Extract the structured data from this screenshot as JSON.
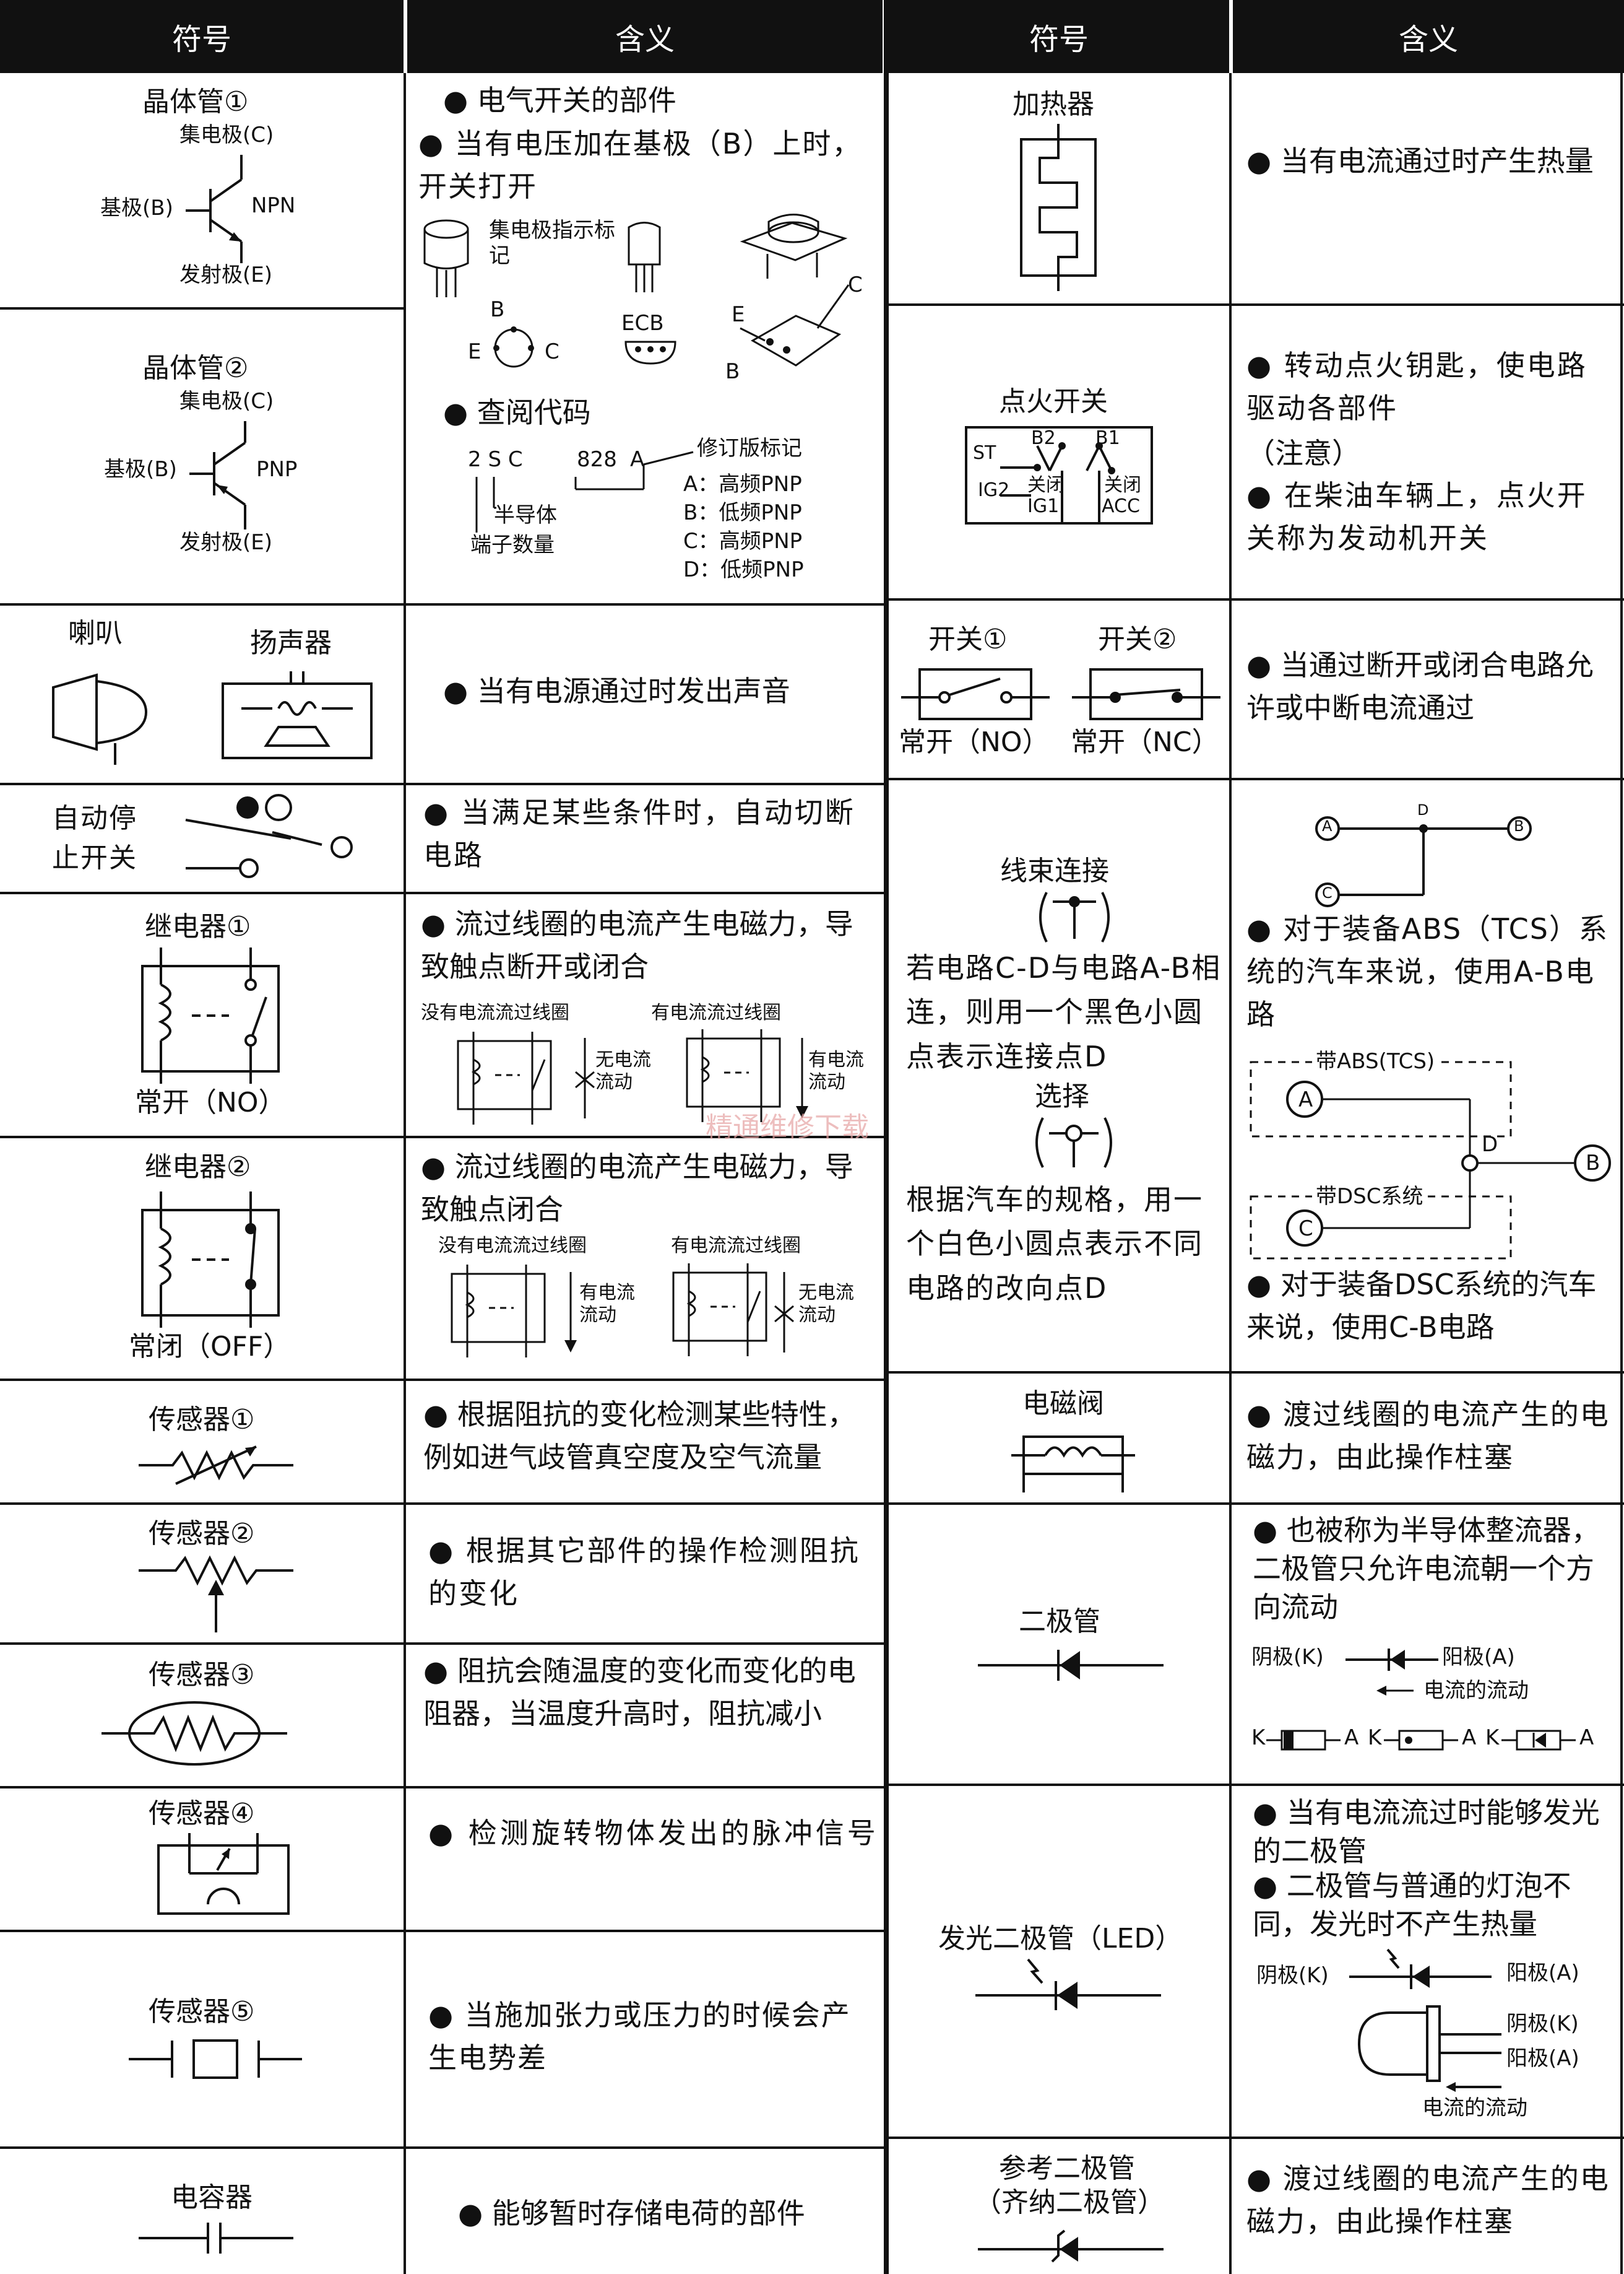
{
  "header": {
    "symbol": "符号",
    "meaning": "含义"
  },
  "transistor": {
    "t1_title": "晶体管①",
    "t2_title": "晶体管②",
    "collector": "集电极(C)",
    "base": "基极(B)",
    "emitter": "发射极(E)",
    "npn": "NPN",
    "pnp": "PNP",
    "desc1": "● 电气开关的部件",
    "desc2": "● 当有电压加在基极（B）上时，开关打开",
    "collector_mark": "集电极指示标记",
    "pin_b": "B",
    "pin_e": "E",
    "pin_c": "C",
    "ecb": "ECB",
    "lookup": "● 查阅代码",
    "code_2sc": "2 S C",
    "code_num": "828",
    "code_a": "A",
    "revision": "修订版标记",
    "rev_a": "A：高频PNP",
    "rev_b": "B：低频PNP",
    "rev_c": "C：高频PNP",
    "rev_d": "D：低频PNP",
    "semiconductor": "半导体",
    "terminal_count": "端子数量"
  },
  "horn": {
    "horn": "喇叭",
    "speaker": "扬声器",
    "desc": "● 当有电源通过时发出声音"
  },
  "auto_stop": {
    "title": "自动停止开关",
    "desc": "● 当满足某些条件时，自动切断电路"
  },
  "relay1": {
    "title": "继电器①",
    "state": "常开（NO）",
    "desc": "● 流过线圈的电流产生电磁力，导致触点断开或闭合",
    "no_current": "没有电流流过线圈",
    "with_current": "有电流流过线圈",
    "no_flow": "无电流流动",
    "has_flow": "有电流流动"
  },
  "relay2": {
    "title": "继电器②",
    "state": "常闭（OFF）",
    "desc": "● 流过线圈的电流产生电磁力，导致触点闭合",
    "no_current": "没有电流流过线圈",
    "with_current": "有电流流过线圈",
    "has_flow": "有电流流动",
    "no_flow": "无电流流动"
  },
  "sensors": [
    {
      "title": "传感器①",
      "desc": "● 根据阻抗的变化检测某些特性，例如进气歧管真空度及空气流量"
    },
    {
      "title": "传感器②",
      "desc": "● 根据其它部件的操作检测阻抗的变化"
    },
    {
      "title": "传感器③",
      "desc": "● 阻抗会随温度的变化而变化的电阻器，当温度升高时，阻抗减小"
    },
    {
      "title": "传感器④",
      "desc": "● 检测旋转物体发出的脉冲信号"
    },
    {
      "title": "传感器⑤",
      "desc": "● 当施加张力或压力的时候会产生电势差"
    }
  ],
  "capacitor": {
    "title": "电容器",
    "desc": "● 能够暂时存储电荷的部件"
  },
  "heater": {
    "title": "加热器",
    "desc": "● 当有电流通过时产生热量"
  },
  "ignition": {
    "title": "点火开关",
    "desc1": "● 转动点火钥匙，使电路驱动各部件",
    "note": "（注意）",
    "desc2": "● 在柴油车辆上，点火开关称为发动机开关",
    "st": "ST",
    "b2": "B2",
    "b1": "B1",
    "ig2": "IG2",
    "ig1": "IG1",
    "acc": "ACC",
    "off1": "关闭",
    "off2": "关闭"
  },
  "switch": {
    "s1": "开关①",
    "s2": "开关②",
    "no": "常开（NO）",
    "nc": "常开（NC）",
    "desc": "● 当通过断开或闭合电路允许或中断电流通过"
  },
  "harness": {
    "title": "线束连接",
    "desc1": "若电路C-D与电路A-B相连，则用一个黑色小圆点表示连接点D",
    "select": "选择",
    "desc2": "根据汽车的规格，用一个白色小圆点表示不同电路的改向点D",
    "a": "A",
    "b": "B",
    "c": "C",
    "d": "D",
    "abs_desc": "● 对于装备ABS（TCS）系统的汽车来说，使用A-B电路",
    "with_abs": "带ABS(TCS)",
    "with_dsc": "带DSC系统",
    "dsc_desc": "● 对于装备DSC系统的汽车来说，使用C-B电路"
  },
  "solenoid": {
    "title": "电磁阀",
    "desc": "● 渡过线圈的电流产生的电磁力，由此操作柱塞"
  },
  "diode": {
    "title": "二极管",
    "desc": "● 也被称为半导体整流器，二极管只允许电流朝一个方向流动",
    "cathode": "阴极(K)",
    "anode": "阳极(A)",
    "flow": "电流的流动",
    "k": "K",
    "a": "A"
  },
  "led": {
    "title": "发光二极管（LED）",
    "desc1": "● 当有电流流过时能够发光的二极管",
    "desc2": "● 二极管与普通的灯泡不同，发光时不产生热量",
    "cathode": "阴极(K)",
    "anode": "阳极(A)",
    "flow": "电流的流动"
  },
  "zener": {
    "title": "参考二极管（齐纳二极管）",
    "desc": "● 渡过线圈的电流产生的电磁力，由此操作柱塞"
  },
  "watermark": "精通维修下载"
}
